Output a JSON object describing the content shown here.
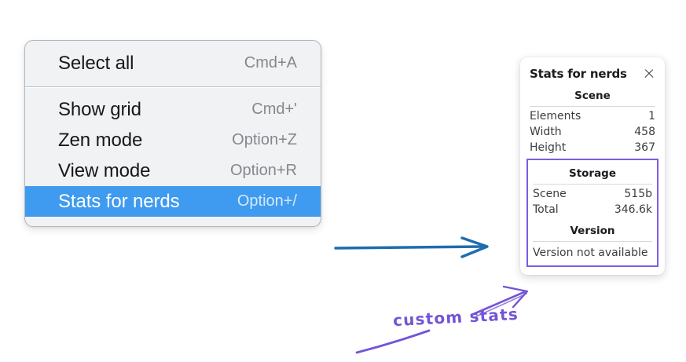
{
  "context_menu": {
    "name": "canvas-context-menu",
    "groups": [
      {
        "items": [
          {
            "label": "Select all",
            "shortcut": "Cmd+A",
            "highlighted": false
          }
        ]
      },
      {
        "items": [
          {
            "label": "Show grid",
            "shortcut": "Cmd+'",
            "highlighted": false
          },
          {
            "label": "Zen mode",
            "shortcut": "Option+Z",
            "highlighted": false
          },
          {
            "label": "View mode",
            "shortcut": "Option+R",
            "highlighted": false
          },
          {
            "label": "Stats for nerds",
            "shortcut": "Option+/",
            "highlighted": true
          }
        ]
      }
    ]
  },
  "stats_panel": {
    "title": "Stats for nerds",
    "close_icon": "close-icon",
    "scene": {
      "title": "Scene",
      "rows": [
        {
          "label": "Elements",
          "value": "1"
        },
        {
          "label": "Width",
          "value": "458"
        },
        {
          "label": "Height",
          "value": "367"
        }
      ]
    },
    "storage": {
      "title": "Storage",
      "rows": [
        {
          "label": "Scene",
          "value": "515b"
        },
        {
          "label": "Total",
          "value": "346.6k"
        }
      ]
    },
    "version": {
      "title": "Version",
      "note": "Version not available"
    }
  },
  "annotations": {
    "custom_stats_label": "custom stats",
    "arrow_blue_color": "#1f6cb0",
    "arrow_purple_color": "#7354d6",
    "highlight_box_color": "#7b5ce0"
  },
  "colors": {
    "menu_background": "#f1f2f4",
    "menu_border": "#b0b8c1",
    "highlight_blue": "#3f9bef",
    "panel_background": "#ffffff",
    "text_primary": "#16181c",
    "text_secondary": "#84888e"
  }
}
